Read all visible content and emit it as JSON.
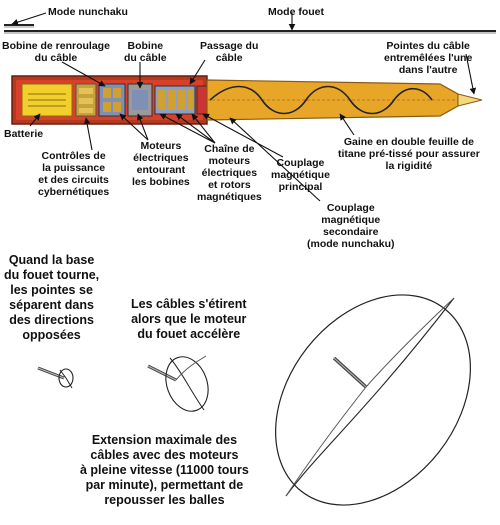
{
  "labels": {
    "mode_nunchaku": "Mode nunchaku",
    "mode_fouet": "Mode fouet",
    "bobine_renroulage": "Bobine de renroulage\ndu câble",
    "bobine_cable": "Bobine\ndu câble",
    "passage_cable": "Passage du\ncâble",
    "pointes_cable": "Pointes du câble\nentremêlées l'une\ndans l'autre",
    "batterie": "Batterie",
    "controles": "Contrôles de\nla puissance\net des circuits\ncybernétiques",
    "moteurs": "Moteurs\nélectriques\nentourant\nles bobines",
    "chaine_moteurs": "Chaîne de\nmoteurs\nélectriques\net rotors\nmagnétiques",
    "couplage_principal": "Couplage\nmagnétique\nprincipal",
    "gaine": "Gaine en double feuille de\ntitane pré-tissé pour assurer\nla rigidité",
    "couplage_secondaire": "Couplage\nmagnétique\nsecondaire\n(mode nunchaku)"
  },
  "captions": {
    "quand_base": "Quand la base\ndu fouet tourne,\nles pointes se\nséparent dans\ndes directions\nopposées",
    "cables_etirent": "Les câbles s'étirent\nalors que le moteur\ndu fouet accélère",
    "extension": "Extension maximale des\ncâbles avec des moteurs\nà pleine vitesse (11000 tours\npar minute), permettant de\nrepousser les balles"
  },
  "colors": {
    "outer_shell": "#b23a1e",
    "inner_red": "#d8402a",
    "battery_yellow": "#f2cf2a",
    "gold_sheath": "#e8a628",
    "sheath_dark": "#b9791a",
    "component_blue": "#7f8fb5",
    "component_gray": "#9a9a9a",
    "cable": "#222222"
  }
}
